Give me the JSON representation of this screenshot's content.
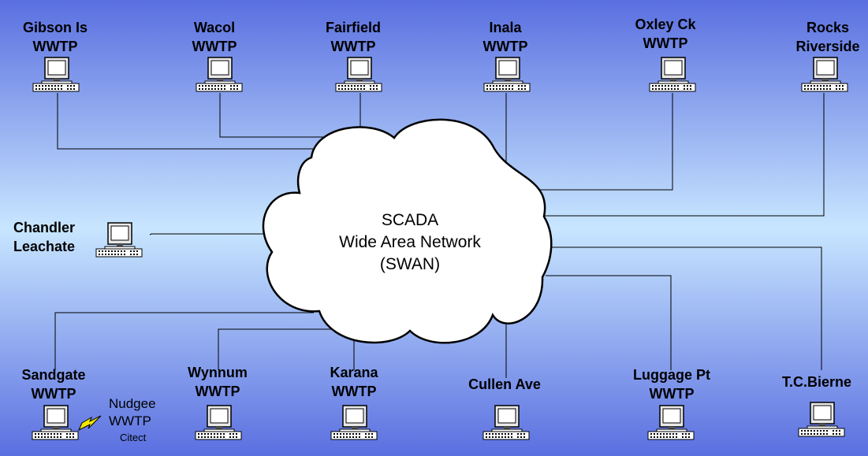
{
  "cloud": {
    "line1": "SCADA",
    "line2": "Wide Area Network",
    "line3": "(SWAN)"
  },
  "sites": {
    "gibson": {
      "l1": "Gibson Is",
      "l2": "WWTP"
    },
    "wacol": {
      "l1": "Wacol",
      "l2": "WWTP"
    },
    "fairfield": {
      "l1": "Fairfield",
      "l2": "WWTP"
    },
    "inala": {
      "l1": "Inala",
      "l2": "WWTP"
    },
    "oxley": {
      "l1": "Oxley Ck",
      "l2": "WWTP"
    },
    "rocks": {
      "l1": "Rocks",
      "l2": "Riverside"
    },
    "chandler": {
      "l1": "Chandler",
      "l2": "Leachate"
    },
    "sandgate": {
      "l1": "Sandgate",
      "l2": "WWTP"
    },
    "wynnum": {
      "l1": "Wynnum",
      "l2": "WWTP"
    },
    "karana": {
      "l1": "Karana",
      "l2": "WWTP"
    },
    "cullen": {
      "l1": "Cullen Ave"
    },
    "luggage": {
      "l1": "Luggage Pt",
      "l2": "WWTP"
    },
    "tcbierne": {
      "l1": "T.C.Bierne"
    }
  },
  "nudgee": {
    "l1": "Nudgee",
    "l2": "WWTP",
    "sub": "Citect"
  },
  "icons": {
    "computer": "computer-icon",
    "link": "lightning-link-icon",
    "cloud": "network-cloud"
  }
}
